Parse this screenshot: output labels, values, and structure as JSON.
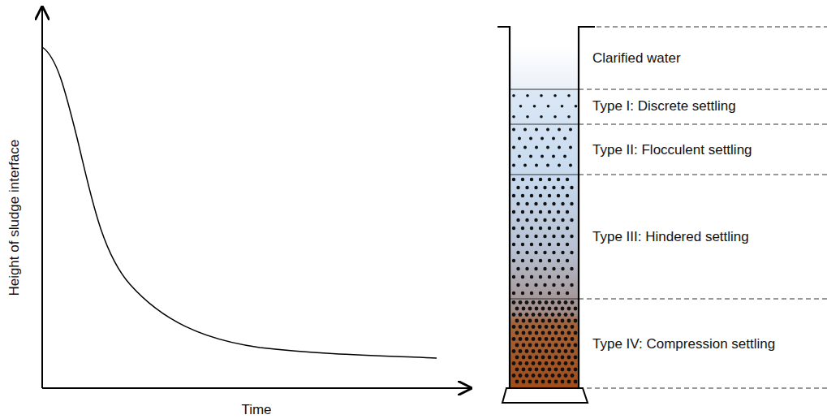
{
  "diagram": {
    "labels": [
      "Height of sludge interface",
      "Time",
      "Clarified water",
      "Type I: Discrete settling",
      "Type II: Flocculent settling",
      "Type III: Hindered settling",
      "Type IV: Compression settling"
    ]
  }
}
